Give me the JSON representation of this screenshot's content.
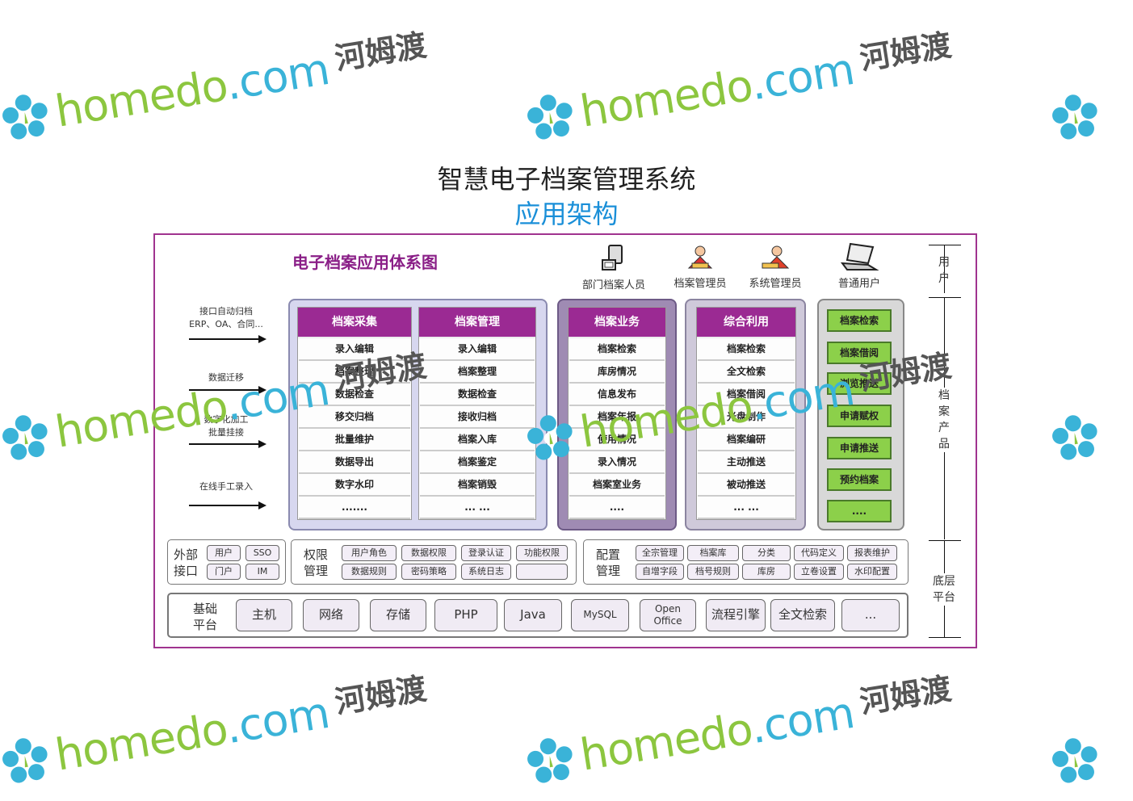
{
  "watermark": {
    "brand_a": "home",
    "brand_b": "do",
    "domain": ".com",
    "cn": "河姆渡"
  },
  "title": "智慧电子档案管理系统",
  "subtitle": "应用架构",
  "diagram_title": "电子档案应用体系图",
  "users": [
    {
      "label": "部门档案人员",
      "icon": "computer-icon"
    },
    {
      "label": "档案管理员",
      "icon": "admin-person-icon"
    },
    {
      "label": "系统管理员",
      "icon": "sysadmin-person-icon"
    },
    {
      "label": "普通用户",
      "icon": "laptop-icon"
    }
  ],
  "inputs": [
    {
      "label": "接口自动归档",
      "sub": "ERP、OA、合同..."
    },
    {
      "label": "数据迁移",
      "sub": ""
    },
    {
      "label": "数字化加工",
      "sub": "批量挂接"
    },
    {
      "label": "在线手工录入",
      "sub": ""
    }
  ],
  "columns": [
    {
      "header": "档案采集",
      "items": [
        "录入编辑",
        "档案整理",
        "数据检查",
        "移交归档",
        "批量维护",
        "数据导出",
        "数字水印",
        "......."
      ]
    },
    {
      "header": "档案管理",
      "items": [
        "录入编辑",
        "档案整理",
        "数据检查",
        "接收归档",
        "档案入库",
        "档案鉴定",
        "档案销毁",
        "... ..."
      ]
    },
    {
      "header": "档案业务",
      "items": [
        "档案检索",
        "库房情况",
        "信息发布",
        "档案年报",
        "使用情况",
        "录入情况",
        "档案室业务",
        "...."
      ]
    },
    {
      "header": "综合利用",
      "items": [
        "档案检索",
        "全文检索",
        "档案借阅",
        "光盘制作",
        "档案编研",
        "主动推送",
        "被动推送",
        "... ..."
      ]
    }
  ],
  "green_items": [
    "档案检索",
    "档案借阅",
    "浏览推送",
    "申请赋权",
    "申请推送",
    "预约档案",
    "...."
  ],
  "platform_rows": {
    "external": {
      "label_1": "外部",
      "label_2": "接口",
      "items": [
        "用户",
        "SSO",
        "门户",
        "IM"
      ]
    },
    "permission": {
      "label_1": "权限",
      "label_2": "管理",
      "items": [
        "用户角色",
        "数据权限",
        "登录认证",
        "功能权限",
        "数据规则",
        "密码策略",
        "系统日志",
        ""
      ]
    },
    "config": {
      "label_1": "配置",
      "label_2": "管理",
      "items": [
        "全宗管理",
        "档案库",
        "分类",
        "代码定义",
        "报表维护",
        "自增字段",
        "档号规则",
        "库房",
        "立卷设置",
        "水印配置"
      ]
    }
  },
  "base": {
    "label_1": "基础",
    "label_2": "平台",
    "items": [
      "主机",
      "网络",
      "存储",
      "PHP",
      "Java",
      "MySQL",
      "Open Office",
      "流程引擎",
      "全文检索",
      "..."
    ]
  },
  "side_labels": {
    "user": "用户",
    "product": "档案产品",
    "base": "底层平台"
  },
  "colors": {
    "purple": "#9b2a93",
    "frame": "#a0338f",
    "green": "#8cd04a",
    "blue_title": "#1a8fd8"
  }
}
